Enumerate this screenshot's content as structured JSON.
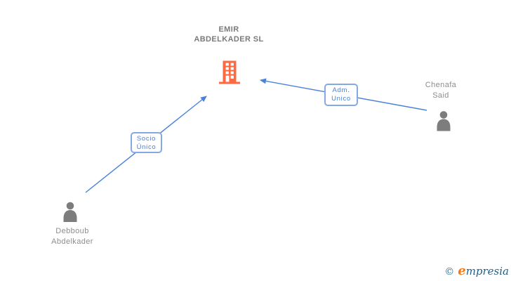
{
  "diagram": {
    "company": {
      "name": "EMIR ABDELKADER SL"
    },
    "people": [
      {
        "name": "Debboub Abdelkader",
        "relation_label": "Socio Único"
      },
      {
        "name": "Chenafa Said",
        "relation_label": "Adm. Unico"
      }
    ]
  },
  "watermark": {
    "copyright_symbol": "©",
    "brand_initial": "e",
    "brand_rest": "mpresia"
  },
  "colors": {
    "edge_blue": "#4a82db",
    "label_border_blue": "#84a9e4",
    "label_text_blue": "#4a7fd2",
    "company_orange": "#fb6a42",
    "person_gray": "#7d7d7d",
    "text_gray": "#8d8d8d",
    "logo_blue": "#226d96",
    "logo_orange": "#ee7c1e"
  }
}
